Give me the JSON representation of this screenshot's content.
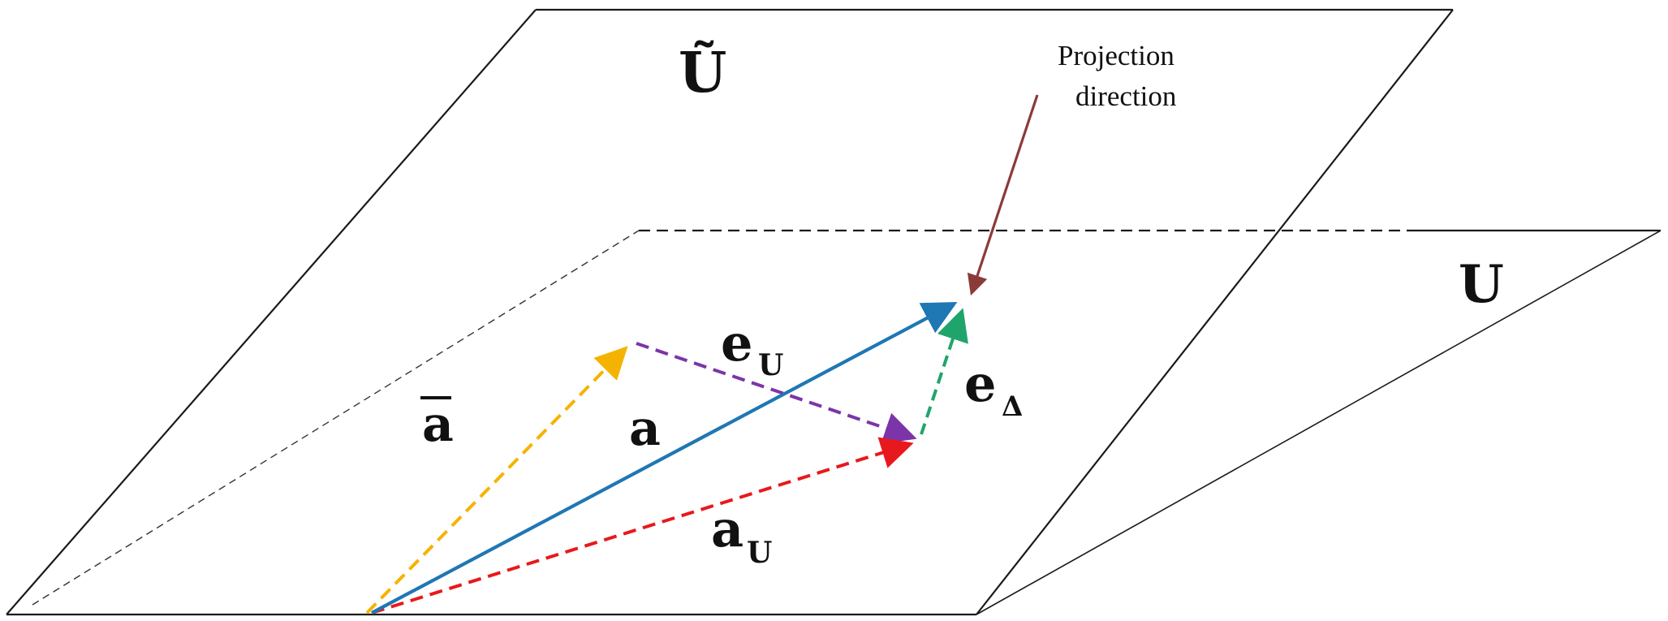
{
  "colors": {
    "a": "#1f77b4",
    "a_bar": "#f5b301",
    "a_U": "#e8191c",
    "e_U": "#7b35a8",
    "e_delta": "#1fa56b",
    "projection_arrow": "#8b3a3a",
    "planes": "#1a1a1a"
  },
  "labels": {
    "plane_tilde_U": "Ũ",
    "plane_U": "U",
    "vector_a_bar": "a",
    "vector_a": "a",
    "vector_a_U_main": "a",
    "vector_a_U_sub": "U",
    "vector_e_U_main": "e",
    "vector_e_U_sub": "U",
    "vector_e_delta_main": "e",
    "vector_e_delta_sub": "Δ",
    "projection_line1": "Projection",
    "projection_line2": "direction"
  }
}
